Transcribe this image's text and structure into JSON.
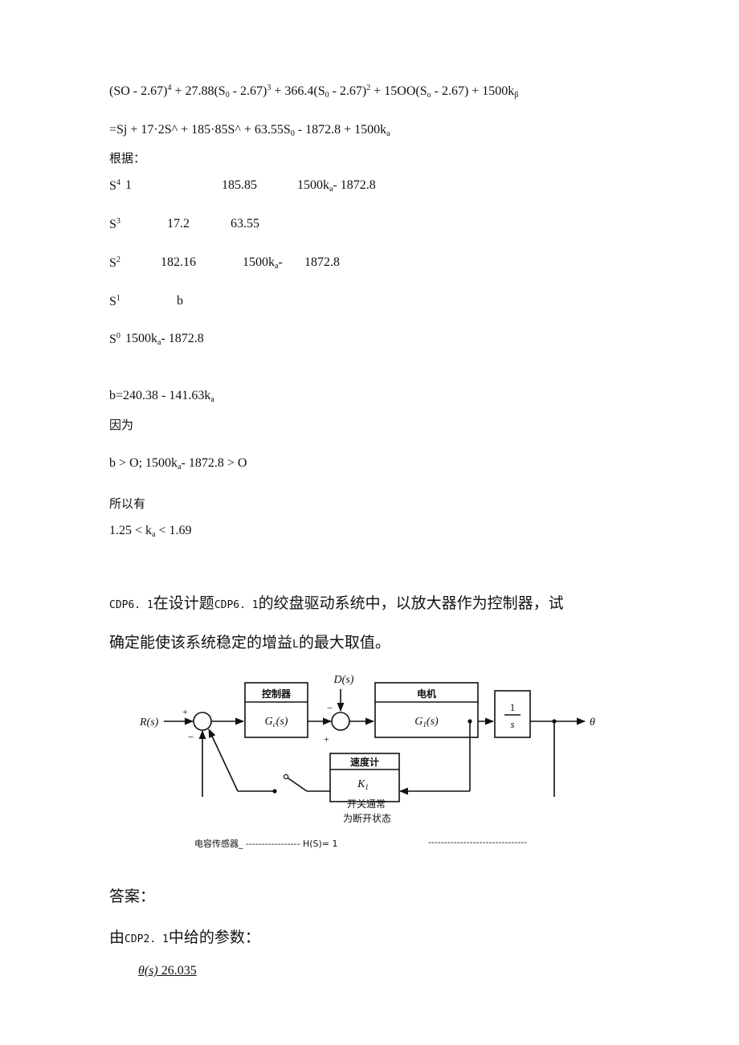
{
  "eq": {
    "l1_a": "(SO - 2.67)",
    "l1_a_sup": "4",
    "l1_b": " + 27.88(S",
    "l1_b_sub": "0",
    "l1_c": " - 2.67)",
    "l1_c_sup": "3",
    "l1_d": " + 366.4(S",
    "l1_d_sub": "0",
    "l1_e": " - 2.67)",
    "l1_e_sup": "2",
    "l1_f": " + 15OO(S",
    "l1_f_sub": "o",
    "l1_g": " - 2.67) + 1500k",
    "l1_g_sub": "β",
    "l2_a": "=Sj + 17·2S^ + 185·85S^ + 63.55S",
    "l2_a_sub": "0",
    "l2_b": " - 1872.8 + 1500k",
    "l2_b_sub": "a"
  },
  "text": {
    "basis": "根据：",
    "because": "因为",
    "therefore": "所以有",
    "answer": "答案：",
    "given_a": "由",
    "given_b": "CDP2. 1",
    "given_c": "中给的参数："
  },
  "routh": {
    "s4": {
      "label": "S",
      "sup": "4",
      "c1": "1",
      "c2": "185.85",
      "c3a": "1500k",
      "c3sub": "a",
      "c3b": "- 1872.8"
    },
    "s3": {
      "label": "S",
      "sup": "3",
      "c1": "17.2",
      "c2": "63.55"
    },
    "s2": {
      "label": "S",
      "sup": "2",
      "c1": "182.16",
      "c2a": "1500k",
      "c2sub": "a",
      "c2b": "-",
      "c2c": "1872.8"
    },
    "s1": {
      "label": "S",
      "sup": "1",
      "c1": "b"
    },
    "s0": {
      "label": "S",
      "sup": "0",
      "c1a": "1500k",
      "c1sub": "a",
      "c1b": "- 1872.8"
    }
  },
  "results": {
    "b_a": "b=240.38 - 141.63k",
    "b_sub": "a",
    "cond_a": "b > O; 1500k",
    "cond_sub": "a",
    "cond_b": "- 1872.8 > O",
    "range_a": "1.25 < k",
    "range_sub": "a",
    "range_b": " < 1.69"
  },
  "problem": {
    "line1_a": "CDP6. 1",
    "line1_b": "在设计题",
    "line1_c": "CDP6. 1",
    "line1_d": "的绞盘驱动系统中，以放大器作为控制器，试",
    "line2_a": "确定能使该系统稳定的增益",
    "line2_b": "L",
    "line2_c": "的最大取值。"
  },
  "diagram": {
    "input": "R(s)",
    "plus1": "+",
    "minus1": "−",
    "controller_title": "控制器",
    "controller_tf": "G",
    "controller_sub": "c",
    "controller_arg": "(s)",
    "disturbance": "D(s)",
    "minus2": "−",
    "plus2": "+",
    "motor_title": "电机",
    "motor_tf": "G",
    "motor_sub": "1",
    "motor_arg": "(s)",
    "integrator_num": "1",
    "integrator_den": "s",
    "output": "θ",
    "tach_title": "速度计",
    "tach_gain": "K",
    "tach_sub": "1",
    "switch_note_1": "开关通常",
    "switch_note_2": "为断开状态",
    "sensor_label": "电容传感器_  ----------------- H(S)= 1",
    "sensor_dashes": "-------------------------------"
  },
  "theta_line": {
    "lhs": "θ(s)",
    "value": " 26.035"
  }
}
